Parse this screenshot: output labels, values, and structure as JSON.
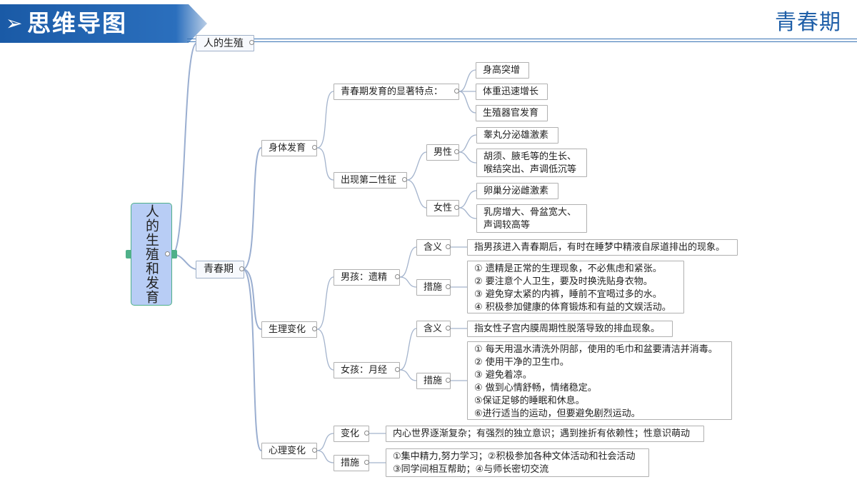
{
  "header": {
    "banner_title": "思维导图",
    "banner_arrow": "➢",
    "topic": "青春期",
    "banner_color": "#1f5fa8",
    "line_color": "#3a73b5"
  },
  "mindmap": {
    "root": "人的生殖和发育",
    "branch_reproduction": "人的生殖",
    "branch_puberty": "青春期",
    "body_dev": {
      "label": "身体发育",
      "features": {
        "label": "青春期发育的显著特点：",
        "items": [
          "身高突增",
          "体重迅速增长",
          "生殖器官发育"
        ]
      },
      "secondary": {
        "label": "出现第二性征",
        "male": {
          "label": "男性",
          "items": [
            "睾丸分泌雄激素",
            "胡须、腋毛等的生长、",
            "喉结突出、声调低沉等"
          ]
        },
        "female": {
          "label": "女性",
          "items": [
            "卵巢分泌雌激素",
            "乳房增大、骨盆宽大、",
            "声调较高等"
          ]
        }
      }
    },
    "physio": {
      "label": "生理变化",
      "boy": {
        "label": "男孩：遗精",
        "meaning_label": "含义",
        "meaning": "指男孩进入青春期后，有时在睡梦中精液自尿道排出的现象。",
        "measures_label": "措施",
        "measures": [
          "① 遗精是正常的生理现象，不必焦虑和紧张。",
          "② 要注意个人卫生，要及时换洗贴身衣物。",
          "③ 避免穿太紧的内裤，睡前不宜喝过多的水。",
          "④ 积极参加健康的体育锻炼和有益的文娱活动。"
        ]
      },
      "girl": {
        "label": "女孩：月经",
        "meaning_label": "含义",
        "meaning": "指女性子宫内膜周期性脱落导致的排血现象。",
        "measures_label": "措施",
        "measures": [
          "① 每天用温水清洗外阴部，使用的毛巾和盆要清洁并消毒。",
          "② 使用干净的卫生巾。",
          "③ 避免着凉。",
          "④ 做到心情舒畅，情绪稳定。",
          "⑤保证足够的睡眠和休息。",
          "⑥进行适当的运动，但要避免剧烈运动。"
        ]
      }
    },
    "psych": {
      "label": "心理变化",
      "change_label": "变化",
      "change": "内心世界逐渐复杂；有强烈的独立意识；遇到挫折有依赖性；性意识萌动",
      "measures_label": "措施",
      "measures": [
        "①集中精力,努力学习；②积极参加各种文体活动和社会活动",
        "③同学间相互帮助；④与师长密切交流"
      ]
    }
  }
}
